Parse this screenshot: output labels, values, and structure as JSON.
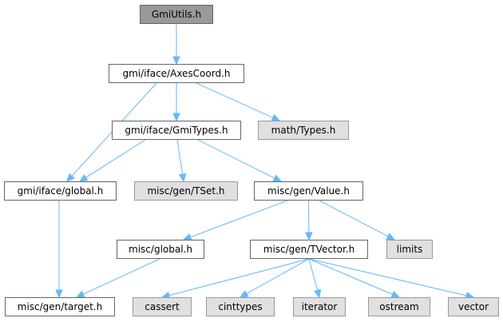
{
  "nodes": [
    {
      "id": "gmiutils",
      "label": "GmiUtils.h",
      "kind": "current"
    },
    {
      "id": "axescoord",
      "label": "gmi/iface/AxesCoord.h",
      "kind": "linked"
    },
    {
      "id": "gmitypes",
      "label": "gmi/iface/GmiTypes.h",
      "kind": "linked"
    },
    {
      "id": "mathtypes",
      "label": "math/Types.h",
      "kind": "external"
    },
    {
      "id": "ifaceglobal",
      "label": "gmi/iface/global.h",
      "kind": "linked"
    },
    {
      "id": "tset",
      "label": "misc/gen/TSet.h",
      "kind": "external"
    },
    {
      "id": "value",
      "label": "misc/gen/Value.h",
      "kind": "linked"
    },
    {
      "id": "miscglobal",
      "label": "misc/global.h",
      "kind": "linked"
    },
    {
      "id": "tvector",
      "label": "misc/gen/TVector.h",
      "kind": "linked"
    },
    {
      "id": "limits",
      "label": "limits",
      "kind": "external"
    },
    {
      "id": "target",
      "label": "misc/gen/target.h",
      "kind": "linked"
    },
    {
      "id": "cassert",
      "label": "cassert",
      "kind": "external"
    },
    {
      "id": "cinttypes",
      "label": "cinttypes",
      "kind": "external"
    },
    {
      "id": "iterator",
      "label": "iterator",
      "kind": "external"
    },
    {
      "id": "ostream",
      "label": "ostream",
      "kind": "external"
    },
    {
      "id": "vector",
      "label": "vector",
      "kind": "external"
    }
  ],
  "edges": [
    {
      "from": "gmiutils",
      "to": "axescoord"
    },
    {
      "from": "axescoord",
      "to": "gmitypes"
    },
    {
      "from": "axescoord",
      "to": "mathtypes"
    },
    {
      "from": "axescoord",
      "to": "ifaceglobal"
    },
    {
      "from": "gmitypes",
      "to": "ifaceglobal"
    },
    {
      "from": "gmitypes",
      "to": "tset"
    },
    {
      "from": "gmitypes",
      "to": "value"
    },
    {
      "from": "ifaceglobal",
      "to": "target"
    },
    {
      "from": "value",
      "to": "miscglobal"
    },
    {
      "from": "value",
      "to": "tvector"
    },
    {
      "from": "value",
      "to": "limits"
    },
    {
      "from": "miscglobal",
      "to": "target"
    },
    {
      "from": "tvector",
      "to": "cassert"
    },
    {
      "from": "tvector",
      "to": "cinttypes"
    },
    {
      "from": "tvector",
      "to": "iterator"
    },
    {
      "from": "tvector",
      "to": "ostream"
    },
    {
      "from": "tvector",
      "to": "vector"
    }
  ],
  "colors": {
    "edge": "#63b8ff",
    "node_border": "#666666",
    "external_fill": "#e0e0e0",
    "current_fill": "#999999"
  }
}
